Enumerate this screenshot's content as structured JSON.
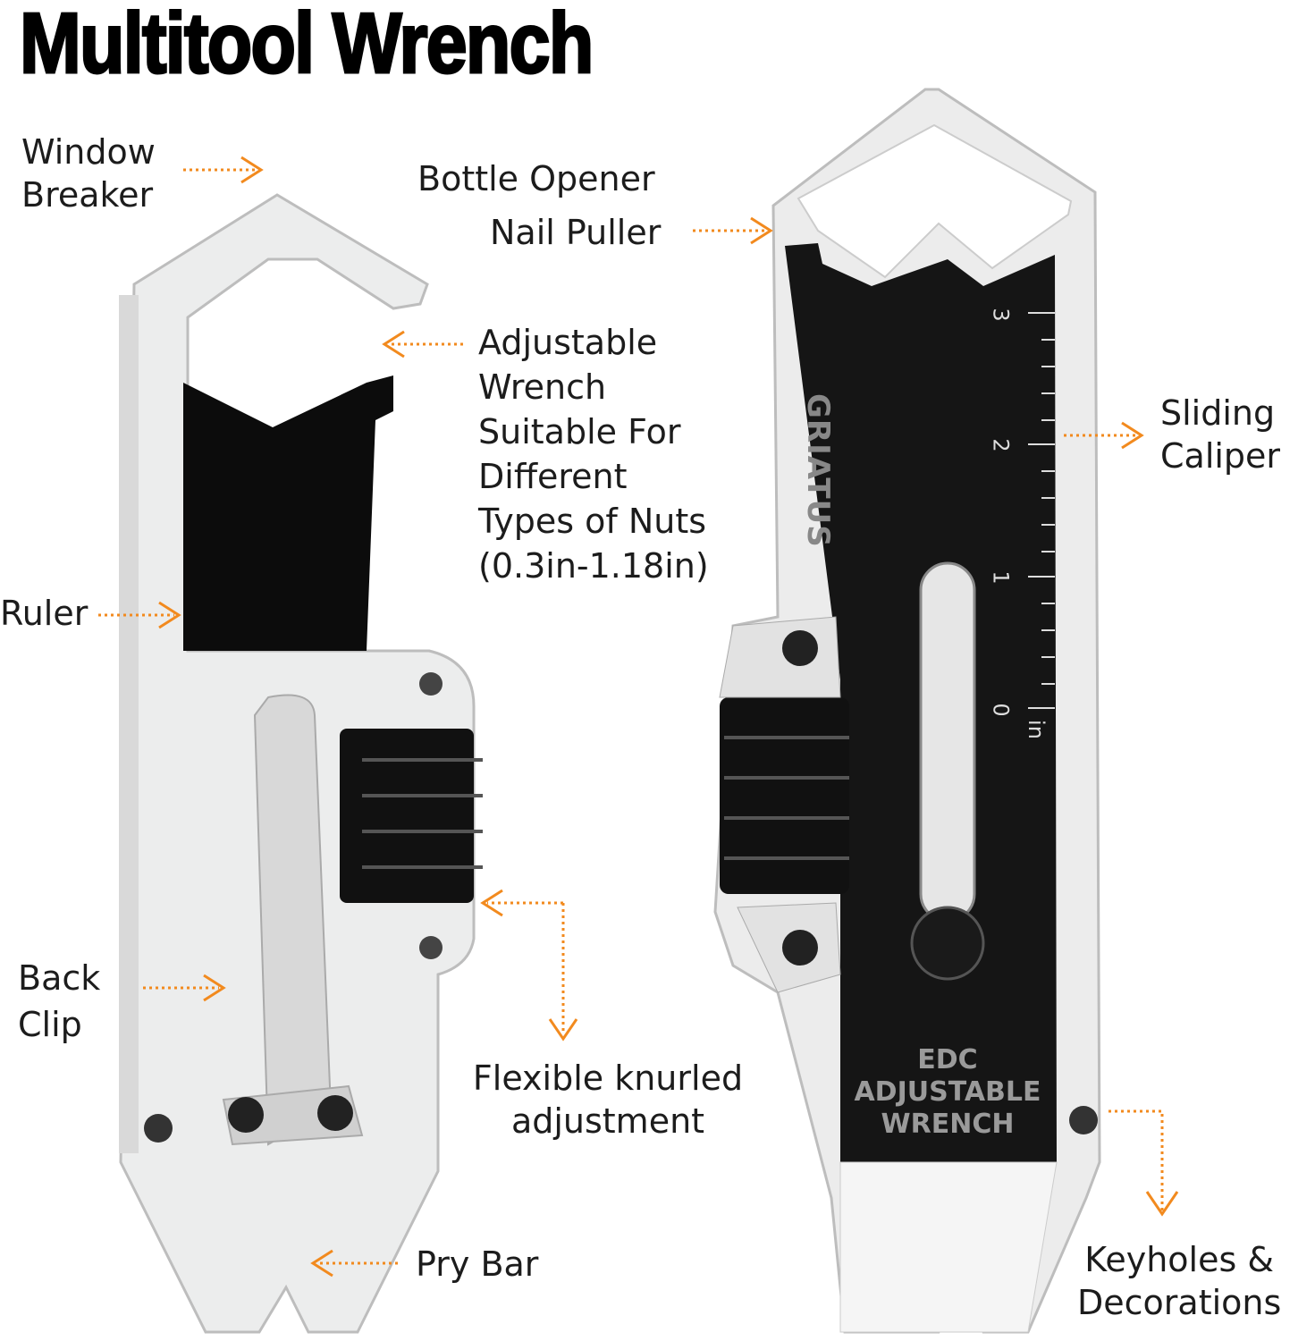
{
  "title": "Multitool Wrench",
  "accent_color": "#f28a1e",
  "labels": {
    "window_breaker": "Window\nBreaker",
    "bottle_opener": "Bottle Opener",
    "nail_puller": "Nail Puller",
    "adjustable_wrench": "Adjustable\nWrench\nSuitable For\nDifferent\nTypes of Nuts\n(0.3in-1.18in)",
    "ruler": "Ruler",
    "sliding_caliper": "Sliding\nCaliper",
    "back_clip": "Back\nClip",
    "flexible_knurled": "Flexible knurled\nadjustment",
    "pry_bar": "Pry Bar",
    "keyholes": "Keyholes &\nDecorations"
  },
  "product_text": {
    "brand": "GRIATUS",
    "edc": "EDC\nADJUSTABLE\nWRENCH",
    "scale": [
      "3",
      "2",
      "1",
      "0",
      "in"
    ]
  }
}
